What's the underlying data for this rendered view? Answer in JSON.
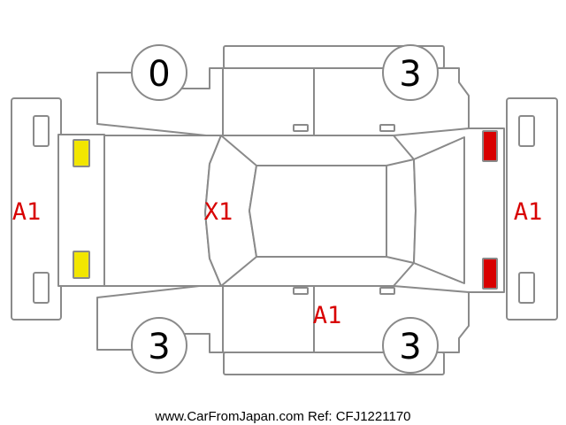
{
  "colors": {
    "outline": "#8a8a8a",
    "damage_code": "#d80000",
    "front_lamp": "#f2e600",
    "rear_lamp": "#d80000"
  },
  "tires": {
    "front_left": "0",
    "rear_left": "3",
    "front_right": "3",
    "rear_right": "3"
  },
  "damage": {
    "front_bumper": "A1",
    "hood": "X1",
    "rear_bumper": "A1",
    "right_rear_door": "A1"
  },
  "watermark": "www.CarFromJapan.com Ref: CFJ1221170"
}
